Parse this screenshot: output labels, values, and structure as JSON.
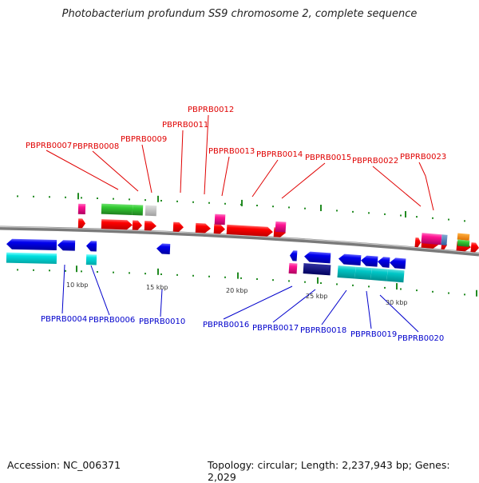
{
  "title": "Photobacterium profundum SS9 chromosome 2, complete sequence",
  "footer": {
    "accession": "Accession: NC_006371",
    "summary": "Topology: circular; Length: 2,237,943 bp; Genes: 2,029"
  },
  "colors": {
    "forward_label": "#e00000",
    "reverse_label": "#0000cc",
    "backbone": "#888888",
    "tick": "#228b22"
  },
  "scale_labels": [
    {
      "text": "10 kbp"
    },
    {
      "text": "15 kbp"
    },
    {
      "text": "20 kbp"
    },
    {
      "text": "25 kbp"
    },
    {
      "text": "30 kbp"
    }
  ],
  "forward_genes": [
    {
      "name": "PBPRB0007"
    },
    {
      "name": "PBPRB0008"
    },
    {
      "name": "PBPRB0009"
    },
    {
      "name": "PBPRB0011"
    },
    {
      "name": "PBPRB0012"
    },
    {
      "name": "PBPRB0013"
    },
    {
      "name": "PBPRB0014"
    },
    {
      "name": "PBPRB0015"
    },
    {
      "name": "PBPRB0022"
    },
    {
      "name": "PBPRB0023"
    }
  ],
  "reverse_genes": [
    {
      "name": "PBPRB0004"
    },
    {
      "name": "PBPRB0006"
    },
    {
      "name": "PBPRB0010"
    },
    {
      "name": "PBPRB0016"
    },
    {
      "name": "PBPRB0017"
    },
    {
      "name": "PBPRB0018"
    },
    {
      "name": "PBPRB0019"
    },
    {
      "name": "PBPRB0020"
    }
  ]
}
